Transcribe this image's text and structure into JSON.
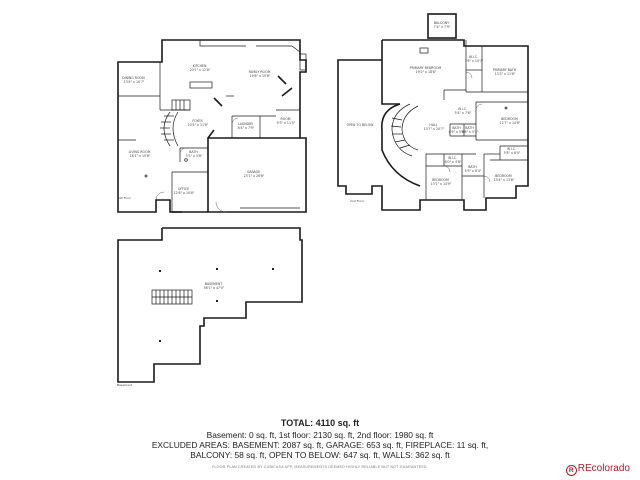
{
  "floorplan": {
    "first_floor": {
      "rooms": [
        {
          "id": "dining",
          "name": "DINING ROOM",
          "dims": "13'4\" x 10'7\""
        },
        {
          "id": "kitchen",
          "name": "KITCHEN",
          "dims": "20'1\" x 12'8\""
        },
        {
          "id": "family",
          "name": "FAMILY ROOM",
          "dims": "19'6\" x 15'8\""
        },
        {
          "id": "living",
          "name": "LIVING ROOM",
          "dims": "18'1\" x 15'8\""
        },
        {
          "id": "foyer",
          "name": "FOYER",
          "dims": "10'4\" x 11'6\""
        },
        {
          "id": "laundry",
          "name": "LAUNDRY",
          "dims": "8'4\" x 7'9\""
        },
        {
          "id": "room",
          "name": "ROOM",
          "dims": "9'3\" x 11'5\""
        },
        {
          "id": "bath1",
          "name": "BATH",
          "dims": "5'5\" x 5'8\""
        },
        {
          "id": "office",
          "name": "OFFICE",
          "dims": "12'6\" x 10'8\""
        },
        {
          "id": "garage",
          "name": "GARAGE",
          "dims": "23'1\" x 26'8\""
        }
      ],
      "label": "1st Floor"
    },
    "second_floor": {
      "rooms": [
        {
          "id": "balcony",
          "name": "BALCONY",
          "dims": "7'4\" x 7'9\""
        },
        {
          "id": "primary",
          "name": "PRIMARY BEDROOM",
          "dims": "19'2\" x 18'8\""
        },
        {
          "id": "wic",
          "name": "W.I.C.",
          "dims": "7'6\" x 10'7\""
        },
        {
          "id": "primary_bath",
          "name": "PRIMARY BATH",
          "dims": "13'3\" x 11'8\""
        },
        {
          "id": "open",
          "name": "OPEN TO BELOW",
          "dims": ""
        },
        {
          "id": "wic2",
          "name": "W.I.C.",
          "dims": "5'4\" x 7'8\""
        },
        {
          "id": "hall",
          "name": "HALL",
          "dims": "13'7\" x 20'7\""
        },
        {
          "id": "bath2",
          "name": "BATH",
          "dims": "6'9\" x 5'5\""
        },
        {
          "id": "bath3",
          "name": "BATH",
          "dims": "6'8\" x 5'3\""
        },
        {
          "id": "bed1",
          "name": "BEDROOM",
          "dims": "12'7\" x 14'6\""
        },
        {
          "id": "wic3",
          "name": "W.I.C.",
          "dims": "5'8\" x 6'0\""
        },
        {
          "id": "wic4",
          "name": "W.I.C.",
          "dims": "6'0\" x 4'8\""
        },
        {
          "id": "bath4",
          "name": "BATH",
          "dims": "5'9\" x 8'4\""
        },
        {
          "id": "bed2",
          "name": "BEDROOM",
          "dims": "13'1\" x 14'9\""
        },
        {
          "id": "bed3",
          "name": "BEDROOM",
          "dims": "13'4\" x 13'8\""
        }
      ],
      "label": "2nd Floor"
    },
    "basement": {
      "rooms": [
        {
          "id": "basement",
          "name": "BASEMENT",
          "dims": "56'1\" x 47'0\""
        }
      ],
      "label": "Basement"
    }
  },
  "summary": {
    "total": "TOTAL: 4110 sq. ft",
    "line1": "Basement: 0 sq. ft, 1st floor: 2130 sq. ft, 2nd floor: 1980 sq. ft",
    "line2": "EXCLUDED AREAS: BASEMENT: 2087 sq. ft, GARAGE: 653 sq. ft, FIREPLACE: 11 sq. ft,",
    "line3": "BALCONY: 58 sq. ft, OPEN TO BELOW: 647 sq. ft, WALLS: 362 sq. ft",
    "disclaimer": "FLOOR PLAN CREATED BY CUBICASA APP. MEASUREMENTS DEEMED HIGHLY RELIABLE BUT NOT GUARANTEED."
  },
  "watermark": {
    "mark": "R",
    "text": "REcolorado",
    "color": "#aa1f2e"
  }
}
